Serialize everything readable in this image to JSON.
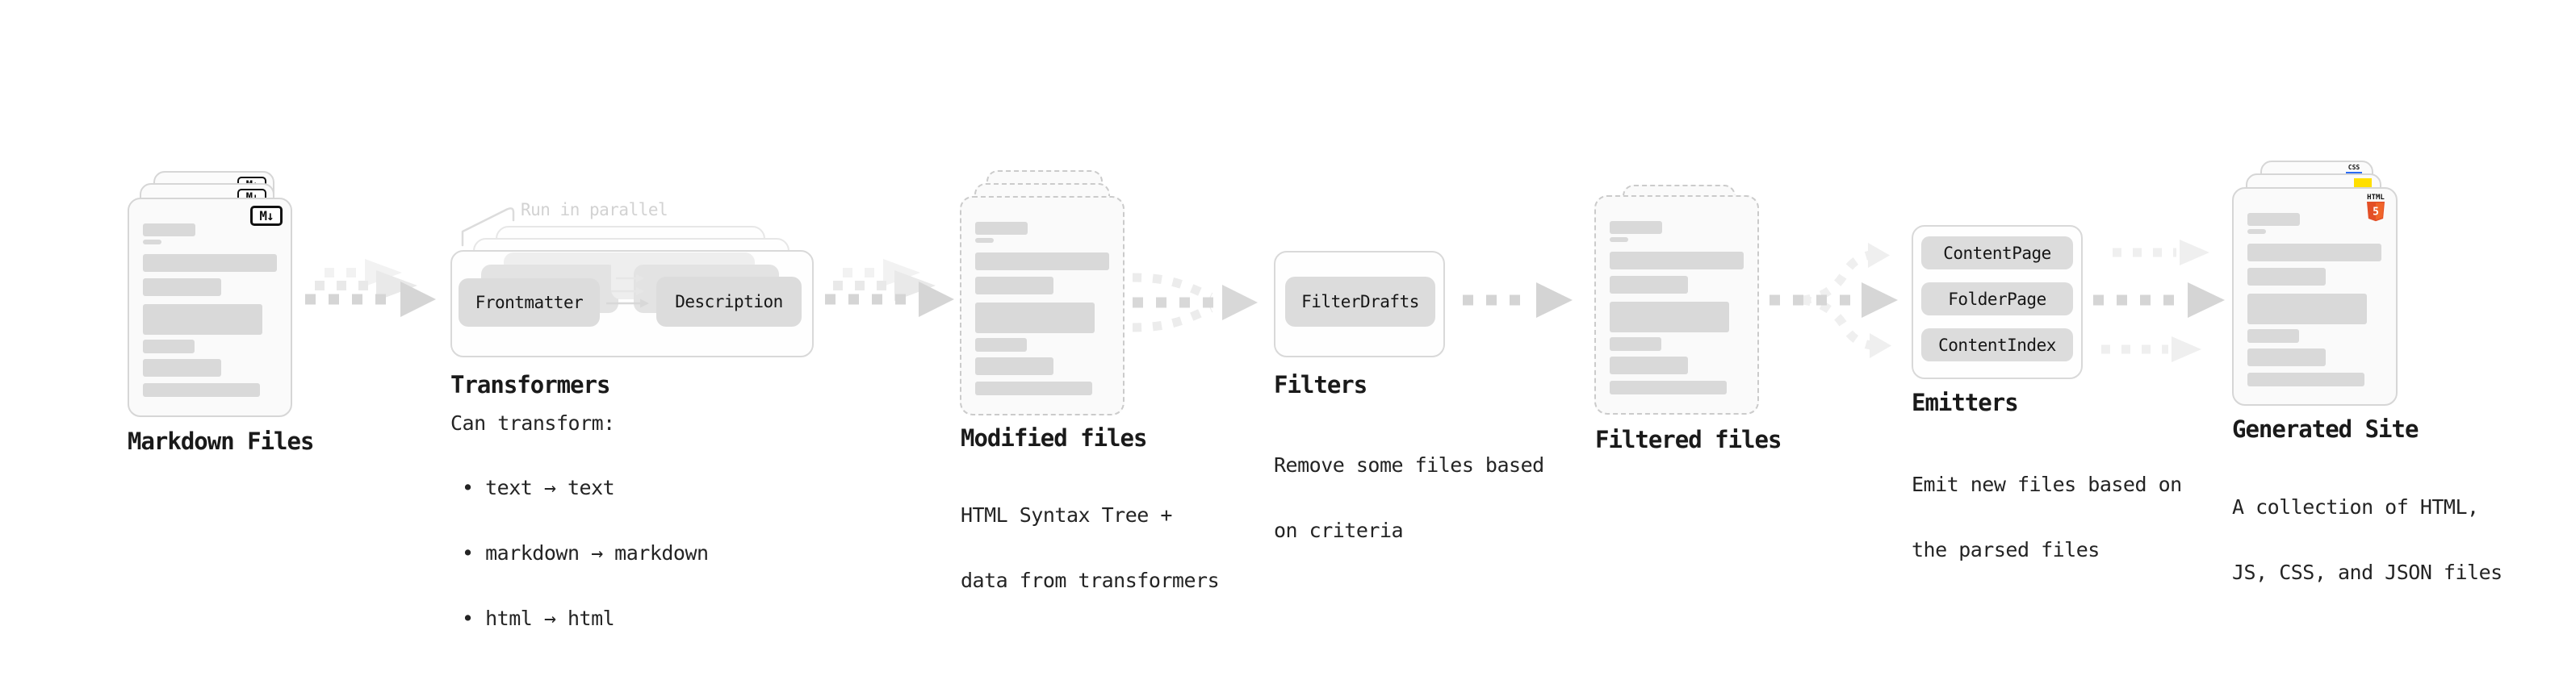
{
  "colors": {
    "background": "#ffffff",
    "card_background": "#fafafa",
    "card_border": "#d6d6d6",
    "dashed_border": "#cbcbcb",
    "placeholder_bar": "#d9d9d9",
    "node_background": "#dcdcdc",
    "arrow_gray": "#d5d5d5",
    "arrow_light": "#efefef",
    "annotation_gray": "#d2d2d2",
    "text": "#1a1a1a",
    "markdown_icon_black": "#111111",
    "css_blue": "#2b6bf3",
    "js_yellow": "#ffdf00",
    "html5_orange": "#e34f26"
  },
  "markdown_files": {
    "label": "Markdown Files",
    "file_type_icon": "M↓"
  },
  "transformers": {
    "annotation": "Run in parallel",
    "node1": "Frontmatter",
    "node2": "Description",
    "heading": "Transformers",
    "desc_title": "Can transform:",
    "bullet1": "• text → text",
    "bullet2": "• markdown → markdown",
    "bullet3": "• html → html"
  },
  "modified_files": {
    "heading": "Modified files",
    "desc1": "HTML Syntax Tree +",
    "desc2": "data from transformers"
  },
  "filters": {
    "node1": "FilterDrafts",
    "heading": "Filters",
    "desc1": "Remove some files based",
    "desc2": "on criteria"
  },
  "filtered_files": {
    "heading": "Filtered files"
  },
  "emitters": {
    "node1": "ContentPage",
    "node2": "FolderPage",
    "node3": "ContentIndex",
    "heading": "Emitters",
    "desc1": "Emit new files based on",
    "desc2": "the parsed files"
  },
  "generated_site": {
    "heading": "Generated Site",
    "desc1": "A collection of HTML,",
    "desc2": "JS, CSS, and JSON files",
    "css_icon_label": "CSS",
    "html5_icon_title": "HTML",
    "html5_icon_number": "5"
  }
}
